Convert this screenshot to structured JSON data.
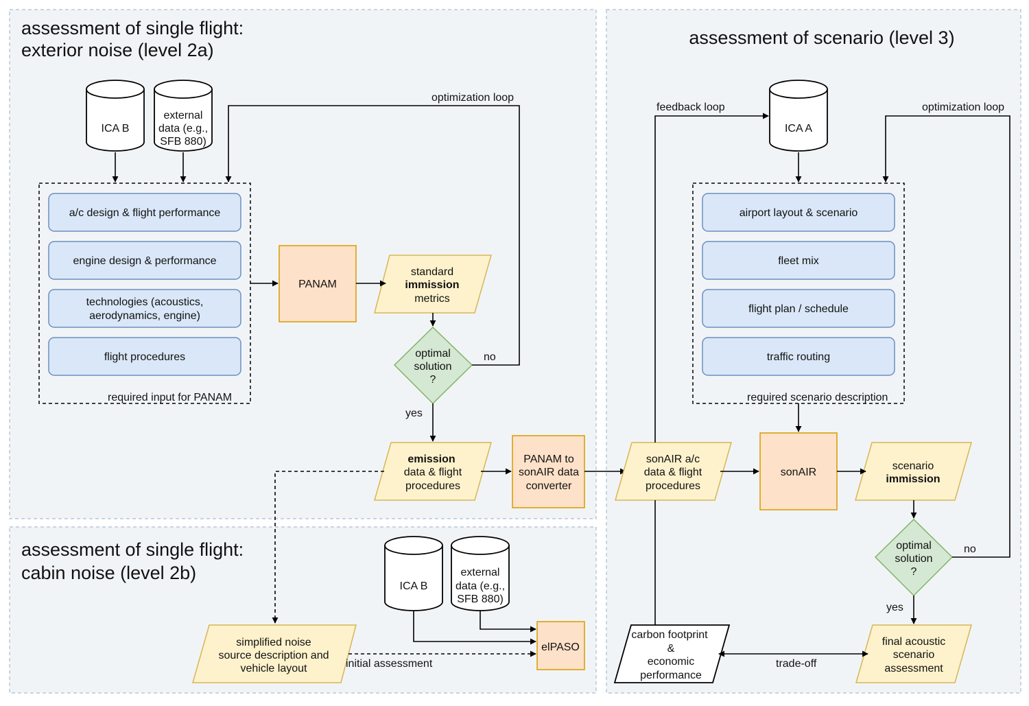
{
  "panels": {
    "level2a": {
      "title_line1": "assessment of single flight:",
      "title_line2": "exterior noise (level 2a)"
    },
    "level2b": {
      "title_line1": "assessment of single flight:",
      "title_line2": "cabin noise (level 2b)"
    },
    "level3": {
      "title": "assessment of scenario (level 3)"
    }
  },
  "level2a": {
    "db_ica_b": "ICA B",
    "db_external": [
      "external",
      "data (e.g.,",
      "SFB 880)"
    ],
    "inputs": [
      "a/c design & flight performance",
      "engine design & performance",
      [
        "technologies (acoustics,",
        "aerodynamics, engine)"
      ],
      "flight procedures"
    ],
    "group_caption": "required input for PANAM",
    "panam": "PANAM",
    "standard_immission": [
      "standard",
      "immission",
      "metrics"
    ],
    "decision": [
      "optimal",
      "solution",
      "?"
    ],
    "label_no": "no",
    "label_yes": "yes",
    "label_optimization_loop": "optimization loop",
    "emission": [
      "emission",
      "data & flight",
      "procedures"
    ],
    "converter": [
      "PANAM to",
      "sonAIR data",
      "converter"
    ]
  },
  "level2b": {
    "db_ica_b": "ICA B",
    "db_external": [
      "external",
      "data (e.g.,",
      "SFB 880)"
    ],
    "elpaso": "elPASO",
    "noise_source": [
      "simplified noise",
      "source description and",
      "vehicle layout"
    ],
    "label_initial": "initial assessment"
  },
  "level3": {
    "db_ica_a": "ICA A",
    "label_feedback_loop": "feedback loop",
    "label_optimization_loop": "optimization loop",
    "inputs": [
      "airport layout & scenario",
      "fleet mix",
      "flight plan / schedule",
      "traffic routing"
    ],
    "group_caption": "required scenario description",
    "sonair_data": [
      "sonAIR a/c",
      "data & flight",
      "procedures"
    ],
    "sonair": "sonAIR",
    "scenario_immission": [
      "scenario",
      "immission"
    ],
    "decision": [
      "optimal",
      "solution",
      "?"
    ],
    "label_no": "no",
    "label_yes": "yes",
    "final": [
      "final acoustic",
      "scenario",
      "assessment"
    ],
    "carbon": [
      "carbon footprint",
      "&",
      "economic",
      "performance"
    ],
    "label_tradeoff": "trade-off"
  }
}
